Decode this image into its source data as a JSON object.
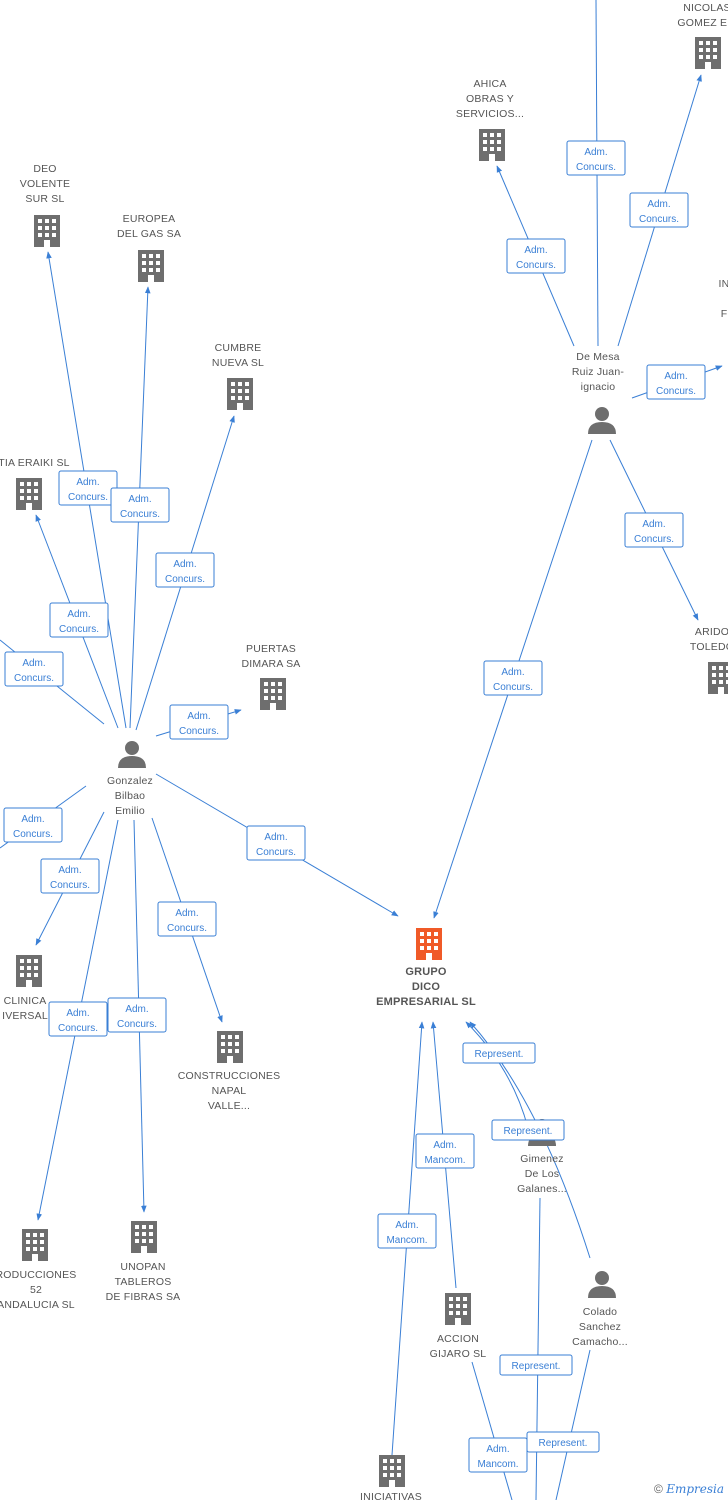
{
  "colors": {
    "edge": "#3a7fd5",
    "company": "#6e6e6e",
    "focus_company": "#f05a28",
    "person": "#6e6e6e"
  },
  "nodes": [
    {
      "id": "nicolas",
      "type": "company",
      "label": [
        "NICOLAS",
        "GOMEZ E..."
      ]
    },
    {
      "id": "ahica",
      "type": "company",
      "label": [
        "AHICA",
        "OBRAS Y",
        "SERVICIOS..."
      ]
    },
    {
      "id": "deo",
      "type": "company",
      "label": [
        "DEO",
        "VOLENTE",
        "SUR SL"
      ]
    },
    {
      "id": "europea",
      "type": "company",
      "label": [
        "EUROPEA",
        "DEL GAS SA"
      ]
    },
    {
      "id": "cumbre",
      "type": "company",
      "label": [
        "CUMBRE",
        "NUEVA SL"
      ]
    },
    {
      "id": "eraiki",
      "type": "company",
      "label": [
        "TIA ERAIKI SL"
      ]
    },
    {
      "id": "puertas",
      "type": "company",
      "label": [
        "PUERTAS",
        "DIMARA SA"
      ]
    },
    {
      "id": "demesa",
      "type": "person",
      "label": [
        "De Mesa",
        "Ruiz Juan-",
        "ignacio"
      ]
    },
    {
      "id": "gonzalez",
      "type": "person",
      "label": [
        "Gonzalez",
        "Bilbao",
        "Emilio"
      ]
    },
    {
      "id": "arido",
      "type": "company",
      "label": [
        "ARIDO",
        "TOLEDO"
      ]
    },
    {
      "id": "in_partial",
      "type": "company",
      "label": [
        "IN",
        "F"
      ]
    },
    {
      "id": "grupo",
      "type": "focus",
      "label": [
        "GRUPO",
        "DICO",
        "EMPRESARIAL SL"
      ]
    },
    {
      "id": "clinica",
      "type": "company",
      "label": [
        "CLINICA",
        "IVERSAL"
      ]
    },
    {
      "id": "construcciones",
      "type": "company",
      "label": [
        "CONSTRUCCIONES",
        "NAPAL",
        "VALLE..."
      ]
    },
    {
      "id": "gimenez",
      "type": "person",
      "label": [
        "Gimenez",
        "De Los",
        "Galanes..."
      ]
    },
    {
      "id": "colado",
      "type": "person",
      "label": [
        "Colado",
        "Sanchez",
        "Camacho..."
      ]
    },
    {
      "id": "producciones",
      "type": "company",
      "label": [
        "RODUCCIONES",
        "52",
        "ANDALUCIA SL"
      ]
    },
    {
      "id": "unopan",
      "type": "company",
      "label": [
        "UNOPAN",
        "TABLEROS",
        "DE FIBRAS SA"
      ]
    },
    {
      "id": "accion",
      "type": "company",
      "label": [
        "ACCION",
        "GIJARO SL"
      ]
    },
    {
      "id": "iniciativas",
      "type": "company",
      "label": [
        "INICIATIVAS"
      ]
    }
  ],
  "edge_labels": {
    "adm": [
      "Adm.",
      "Concurs."
    ],
    "mancom": [
      "Adm.",
      "Mancom."
    ],
    "represent": [
      "Represent."
    ]
  },
  "watermark": {
    "symbol": "©",
    "brand": "Empresia"
  }
}
